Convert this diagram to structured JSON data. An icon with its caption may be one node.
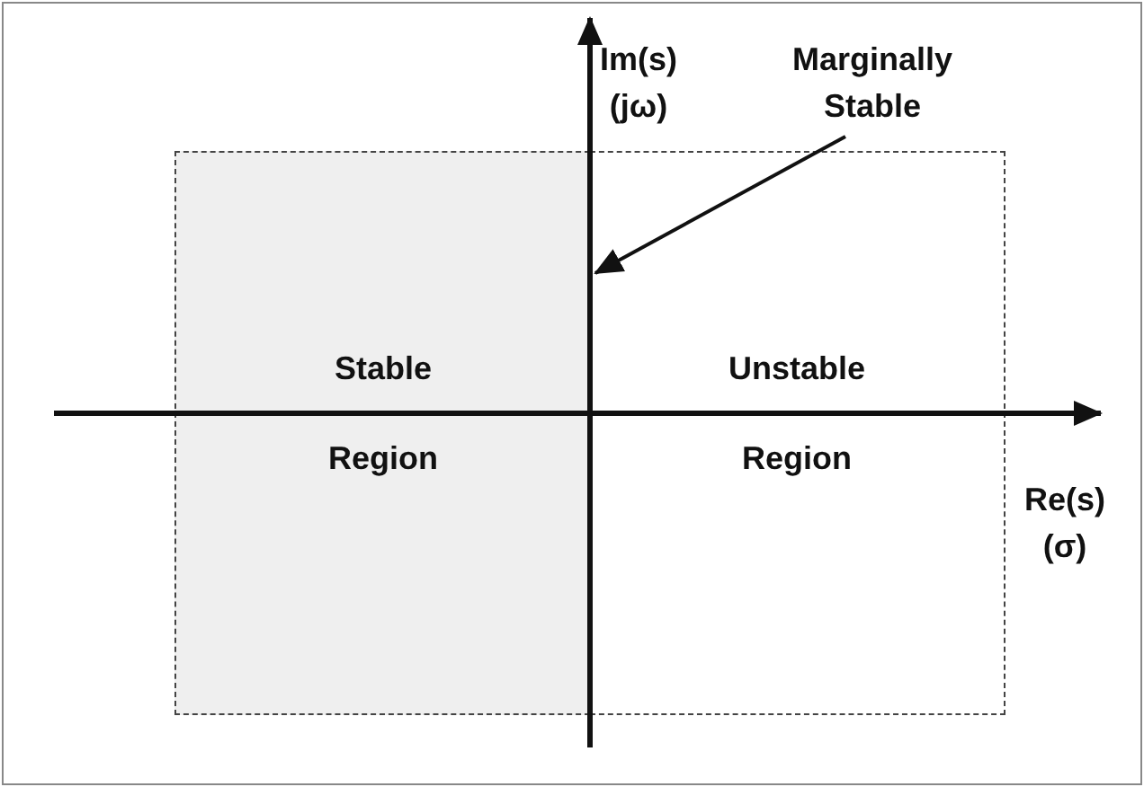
{
  "diagram": {
    "nodes": [
      {
        "text": [
          "Stable",
          "Region"
        ]
      },
      {
        "text": [
          "Unstable",
          "Region"
        ]
      },
      {
        "text": [
          "Marginally Stable"
        ]
      },
      {
        "text": [],
        "shape": "bar"
      }
    ],
    "edges": [
      {
        "from": 2,
        "to": 3,
        "arrow": "to"
      }
    ],
    "labels": [
      "Im(s) (jω)",
      "Re(s) (σ)"
    ]
  }
}
